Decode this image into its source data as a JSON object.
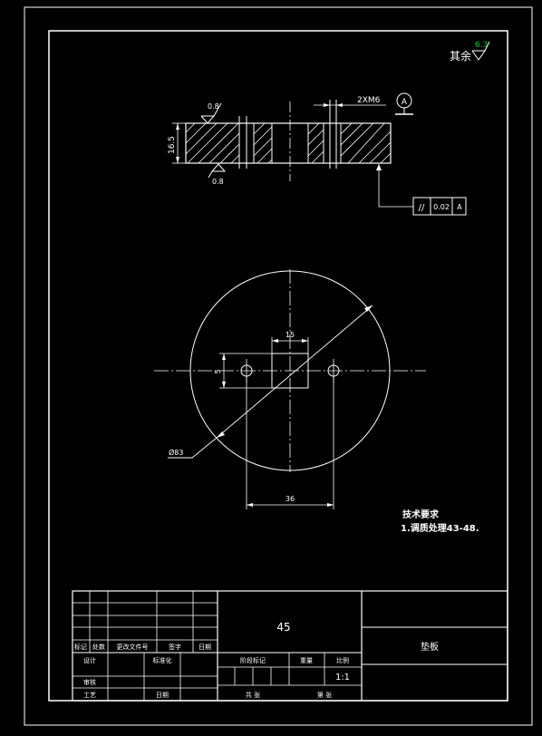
{
  "roughness": {
    "rest_label": "其余",
    "rest_value": "6.3",
    "top_value": "0.8",
    "bottom_value": "0.8"
  },
  "dims": {
    "thickness": "16.5",
    "thread": "2XM6",
    "datum": "A",
    "square": "15",
    "hole_gap": "5",
    "spacing": "36",
    "diameter": "Ø83"
  },
  "tolerance": {
    "symbol": "//",
    "value": "0.02",
    "datum": "A"
  },
  "tech": {
    "title": "技术要求",
    "item1": "1.调质处理43-48."
  },
  "title_block": {
    "material": "45",
    "part_name": "垫板",
    "scale": "1:1",
    "row_headers": [
      "标记",
      "处数",
      "更改文件号",
      "签字",
      "日期"
    ],
    "designer": "设计",
    "standardize": "标准化",
    "review": "审核",
    "process": "工艺",
    "date": "日期",
    "stage_mark": "阶段标记",
    "weight": "重量",
    "scale_label": "比例",
    "sheets_total": "共 张",
    "sheet_no": "第 张"
  }
}
